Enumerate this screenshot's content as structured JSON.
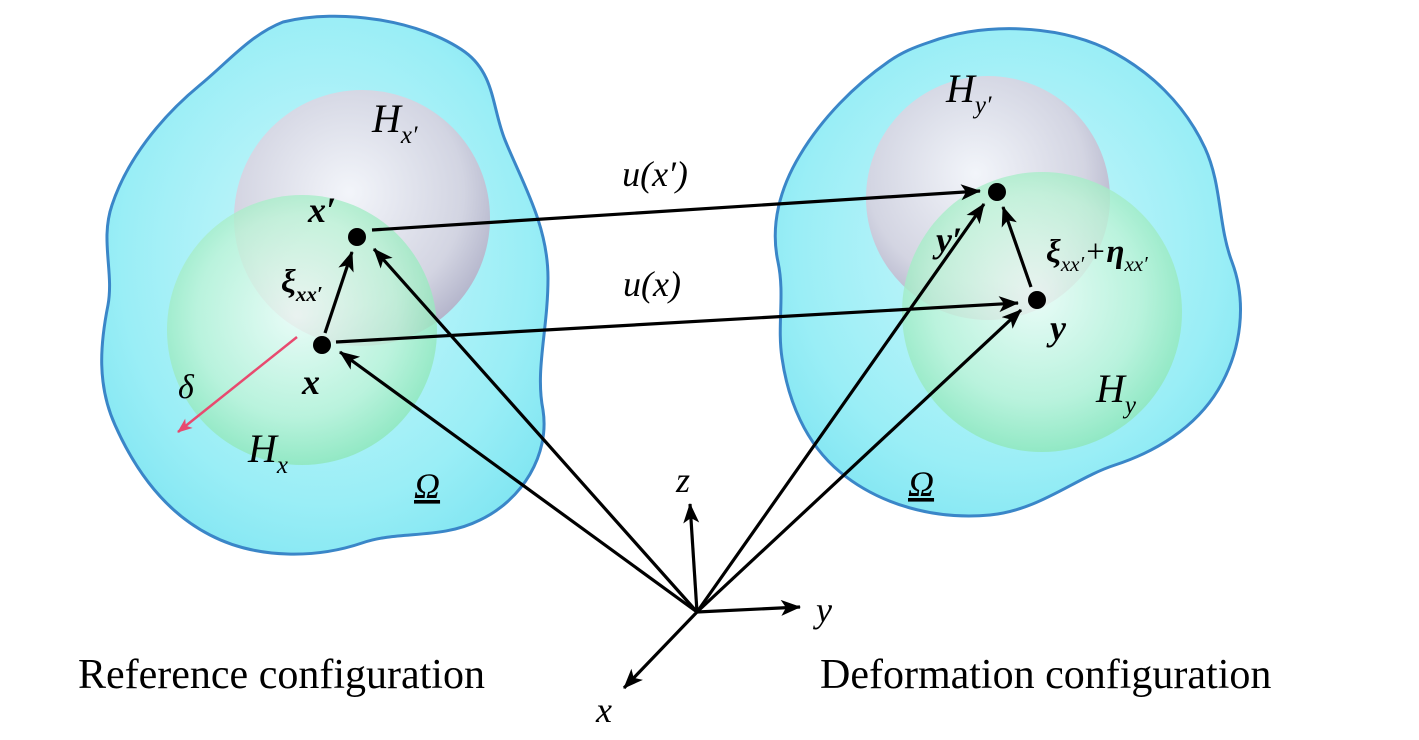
{
  "captions": {
    "reference": "Reference configuration",
    "deformation": "Deformation configuration"
  },
  "reference_body": {
    "omega": "Ω",
    "horizon_x_prime": {
      "symbol": "H",
      "subscript": "x′"
    },
    "horizon_x": {
      "symbol": "H",
      "subscript": "x"
    },
    "point_x": "x",
    "point_x_prime": "x′",
    "bond_xi": {
      "symbol": "ξ",
      "subscript": "xx′"
    },
    "horizon_radius": "δ"
  },
  "deformed_body": {
    "omega": "Ω",
    "horizon_y_prime": {
      "symbol": "H",
      "subscript": "y′"
    },
    "horizon_y": {
      "symbol": "H",
      "subscript": "y"
    },
    "point_y": "y",
    "point_y_prime": "y′",
    "bond": {
      "xi": "ξ",
      "xi_sub": "xx′",
      "plus": "+",
      "eta": "η",
      "eta_sub": "xx′"
    }
  },
  "displacements": {
    "u_of_x": "u(x)",
    "u_of_x_prime": "u(x′)"
  },
  "axes": {
    "x": "x",
    "y": "y",
    "z": "z"
  },
  "colors": {
    "body-fill": "#7ce4f1",
    "body-fill-light": "#cdf7fb",
    "body-edge": "#3a86c8",
    "horizon-gray-center": "#f7f5fa",
    "horizon-gray-edge": "#b3aec6",
    "horizon-green-center": "#f2fdf6",
    "horizon-green-edge": "#7de2ad",
    "delta-arrow": "#e84a6f",
    "ink": "#000000"
  }
}
